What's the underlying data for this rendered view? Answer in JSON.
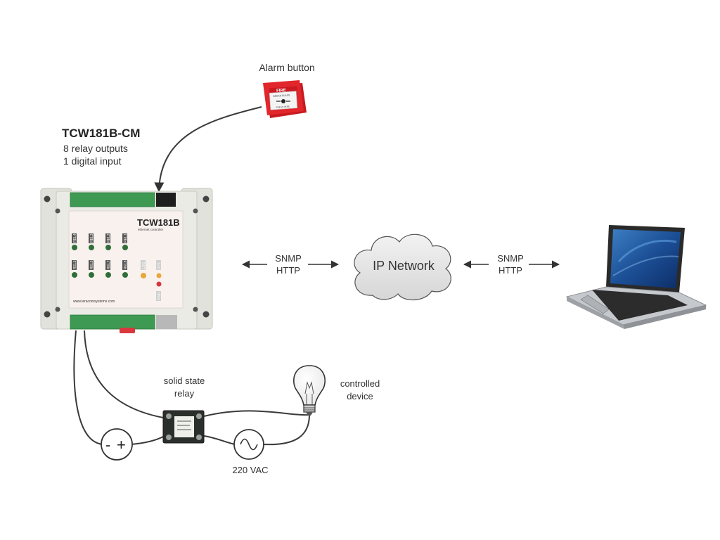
{
  "device": {
    "name": "TCW181B-CM",
    "spec_line_1": "8  relay outputs",
    "spec_line_2": "1  digital input",
    "panel_title": "TCW181B",
    "panel_subtitle": "ethernet controller",
    "website": "www.teracomsystems.com",
    "relay_labels_top": [
      "REL4",
      "REL3",
      "REL2",
      "REL1"
    ],
    "relay_labels_bottom": [
      "REL5",
      "REL6",
      "REL7",
      "REL8"
    ],
    "status_labels": [
      "LOG",
      "STS",
      "PWR"
    ]
  },
  "alarm": {
    "label": "Alarm button",
    "fire_text": "FIRE",
    "glass_text": "BREAK GLASS",
    "press_text": "PRESS HERE"
  },
  "links": {
    "left_line1": "SNMP",
    "left_line2": "HTTP",
    "right_line1": "SNMP",
    "right_line2": "HTTP"
  },
  "network": {
    "label": "IP Network"
  },
  "ssr": {
    "label_line1": "solid state",
    "label_line2": "relay"
  },
  "lamp": {
    "label_line1": "controlled",
    "label_line2": "device"
  },
  "ac": {
    "label": "220 VAC"
  },
  "dc": {
    "minus": "-",
    "plus": "+"
  },
  "colors": {
    "housing": "#e6e6e1",
    "panel": "#f7f1ee",
    "terminal_green": "#3e9a52",
    "alarm_red": "#d71f26",
    "cloud": "#e9e9e9",
    "wire": "#3a3a3a"
  }
}
